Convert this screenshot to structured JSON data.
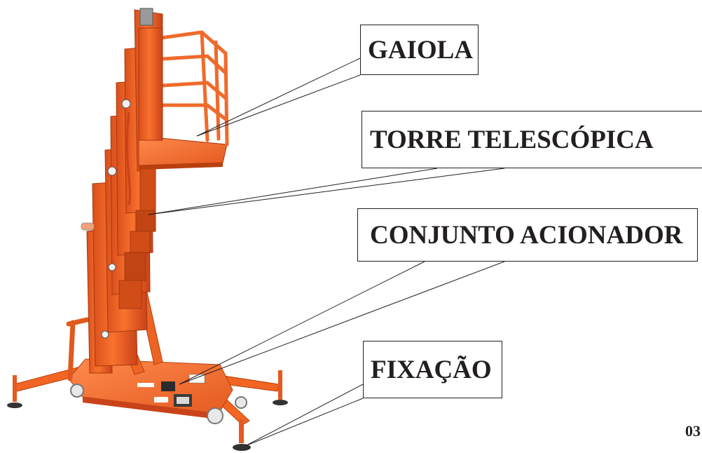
{
  "labels": {
    "gaiola": "GAIOLA",
    "torre": "TORRE TELESCÓPICA",
    "conjunto": "CONJUNTO ACIONADOR",
    "fixacao": "FIXAÇÃO"
  },
  "page_number": "03",
  "colors": {
    "lift_orange": "#f26522",
    "lift_dark": "#c9431a",
    "lift_light": "#ff8a4c",
    "leader_line": "#231f20",
    "text": "#231f20"
  }
}
